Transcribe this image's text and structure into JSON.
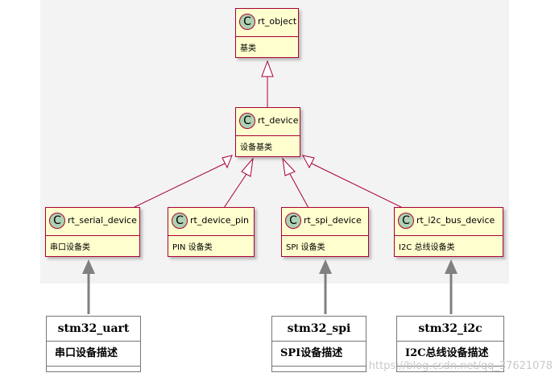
{
  "classes": {
    "rt_object": {
      "badge": "C",
      "name": "rt_object",
      "desc": "基类"
    },
    "rt_device": {
      "badge": "C",
      "name": "rt_device",
      "desc": "设备基类"
    },
    "rt_serial_device": {
      "badge": "C",
      "name": "rt_serial_device",
      "desc": "串口设备类"
    },
    "rt_device_pin": {
      "badge": "C",
      "name": "rt_device_pin",
      "desc": "PIN 设备类"
    },
    "rt_spi_device": {
      "badge": "C",
      "name": "rt_spi_device",
      "desc": "SPI 设备类"
    },
    "rt_i2c_bus_device": {
      "badge": "C",
      "name": "rt_i2c_bus_device",
      "desc": "I2C 总线设备类"
    }
  },
  "user_boxes": {
    "stm32_uart": {
      "title": "stm32_uart",
      "desc": "串口设备描述"
    },
    "stm32_spi": {
      "title": "stm32_spi",
      "desc": "SPI设备描述"
    },
    "stm32_i2c": {
      "title": "stm32_i2c",
      "desc": "I2C总线设备描述"
    }
  },
  "watermark": "https://blog.csdn.net/qq_37621078",
  "colors": {
    "class_fill": "#fefece",
    "class_border": "#a80036",
    "badge_fill": "#add1b2",
    "panel_bg": "#f3f3f3",
    "gray_arrow": "#808080"
  }
}
